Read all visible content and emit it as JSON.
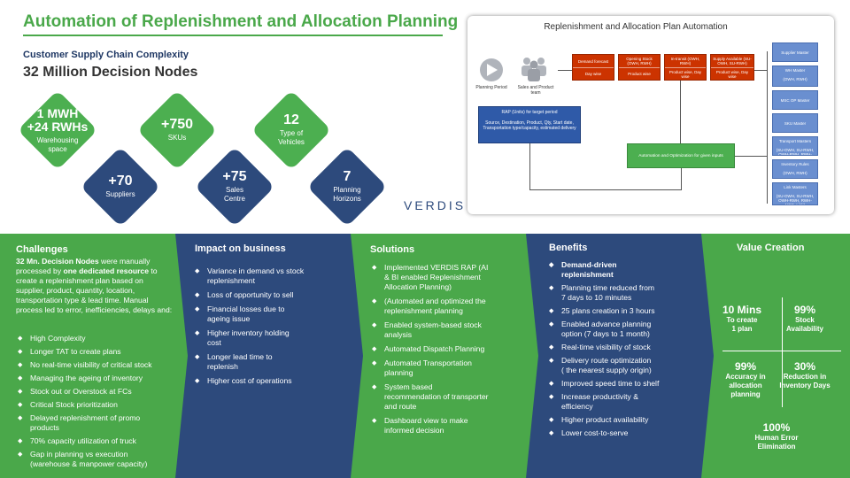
{
  "header": {
    "title": "Automation of Replenishment and Allocation Planning",
    "subtitle": "Customer Supply Chain Complexity",
    "headline": "32 Million Decision Nodes"
  },
  "complexity": [
    {
      "value": "1 MWH\n+24 RWHs",
      "label": "Warehousing\nspace",
      "color": "green"
    },
    {
      "value": "+750",
      "label": "SKUs",
      "color": "green"
    },
    {
      "value": "12",
      "label": "Type of\nVehicles",
      "color": "green"
    },
    {
      "value": "+70",
      "label": "Suppliers",
      "color": "navy"
    },
    {
      "value": "+75",
      "label": "Sales\nCentre",
      "color": "navy"
    },
    {
      "value": "7",
      "label": "Planning\nHorizons",
      "color": "navy"
    }
  ],
  "logo": "VERDIS",
  "diagram": {
    "title": "Replenishment and Allocation Plan Automation",
    "planning_period": "Planning Period",
    "sales_team": "Sales and Product\nteam",
    "flow": [
      {
        "head": "Demand forecast",
        "body": "Day wise"
      },
      {
        "head": "Opening Stock\n(OWH, RWH)",
        "body": "Product wise"
      },
      {
        "head": "In-transit\n(OWH, RWH)",
        "body": "Product wise, Day wise"
      },
      {
        "head": "Supply Available\n(SU-OWH, SU-RWH)",
        "body": "Product wise, Day wise"
      }
    ],
    "rap_box": "RAP (Units) for target period\n\nSource, Destination, Product, Qty, Start date, Transportation type/capacity, estimated delivery",
    "automation_box": "Automation and Optimization for given inputs",
    "masters": [
      "Supplier Master",
      "WH Master\n\n(OWH, RWH)",
      "MSC OP Master",
      "SKU Master",
      "Transport Masters\n\n(SU-OWH, SU-RWH, OWH-RWH, RWH-MSC)",
      "Inventory Rules\n\n(OWH, RWH)",
      "Link Masters\n\n(SU-OWH, SU-RWH, OWH-RWH, RWH-MSC, Link)"
    ]
  },
  "challenges": {
    "title": "Challenges",
    "intro_bold": "32 Mn. Decision Nodes",
    "intro_1": " were manually processed by ",
    "intro_bold_2": "one dedicated resource",
    "intro_2": " to create a replenishment plan based on supplier, product, quantity, location, transportation type & lead time. Manual process led to error, inefficiencies, delays and:",
    "items": [
      "High Complexity",
      "Longer TAT to create plans",
      "No real-time visibility of critical stock",
      "Managing the ageing of inventory",
      "Stock out or Overstock at FCs",
      "Critical Stock prioritization",
      "Delayed replenishment of promo\nproducts",
      "70% capacity utilization of truck",
      "Gap in planning vs execution\n(warehouse & manpower capacity)"
    ]
  },
  "impact": {
    "title": "Impact on business",
    "items": [
      "Variance in demand vs stock\nreplenishment",
      "Loss of opportunity to sell",
      "Financial losses due to\nageing issue",
      "Higher inventory holding\ncost",
      "Longer lead time to\nreplenish",
      "Higher cost of operations"
    ]
  },
  "solutions": {
    "title": "Solutions",
    "items": [
      "Implemented VERDIS RAP (AI\n& BI enabled Replenishment\nAllocation Planning)",
      "(Automated and optimized the\nreplenishment planning",
      "Enabled system-based stock\nanalysis",
      "Automated Dispatch Planning",
      "Automated Transportation\nplanning",
      "System based\nrecommendation of transporter\nand route",
      "Dashboard view to make\ninformed decision"
    ]
  },
  "benefits": {
    "title": "Benefits",
    "items": [
      "Demand-driven\nreplenishment",
      "Planning time reduced from\n7 days to 10 minutes",
      "25 plans creation in 3 hours",
      "Enabled advance planning\noption  (7 days to 1 month)",
      "Real-time visibility of stock",
      "Delivery route optimization\n( the nearest supply origin)",
      "Improved speed time to shelf",
      "Increase productivity &\nefficiency",
      "Higher product availability",
      "Lower cost-to-serve"
    ]
  },
  "value_creation": {
    "title": "Value Creation",
    "metrics": [
      {
        "value": "10 Mins",
        "label": "To create\n1 plan"
      },
      {
        "value": "99%",
        "label": "Stock\nAvailability"
      },
      {
        "value": "99%",
        "label": "Accuracy in\nallocation\nplanning"
      },
      {
        "value": "30%",
        "label": "Reduction in\nInventory Days"
      },
      {
        "value": "100%",
        "label": "Human Error\nElimination"
      }
    ]
  },
  "colors": {
    "green": "#4aa84a",
    "navy": "#2d4a7c",
    "flow_orange": "#cc3300",
    "master_blue": "#6a8fd0"
  }
}
